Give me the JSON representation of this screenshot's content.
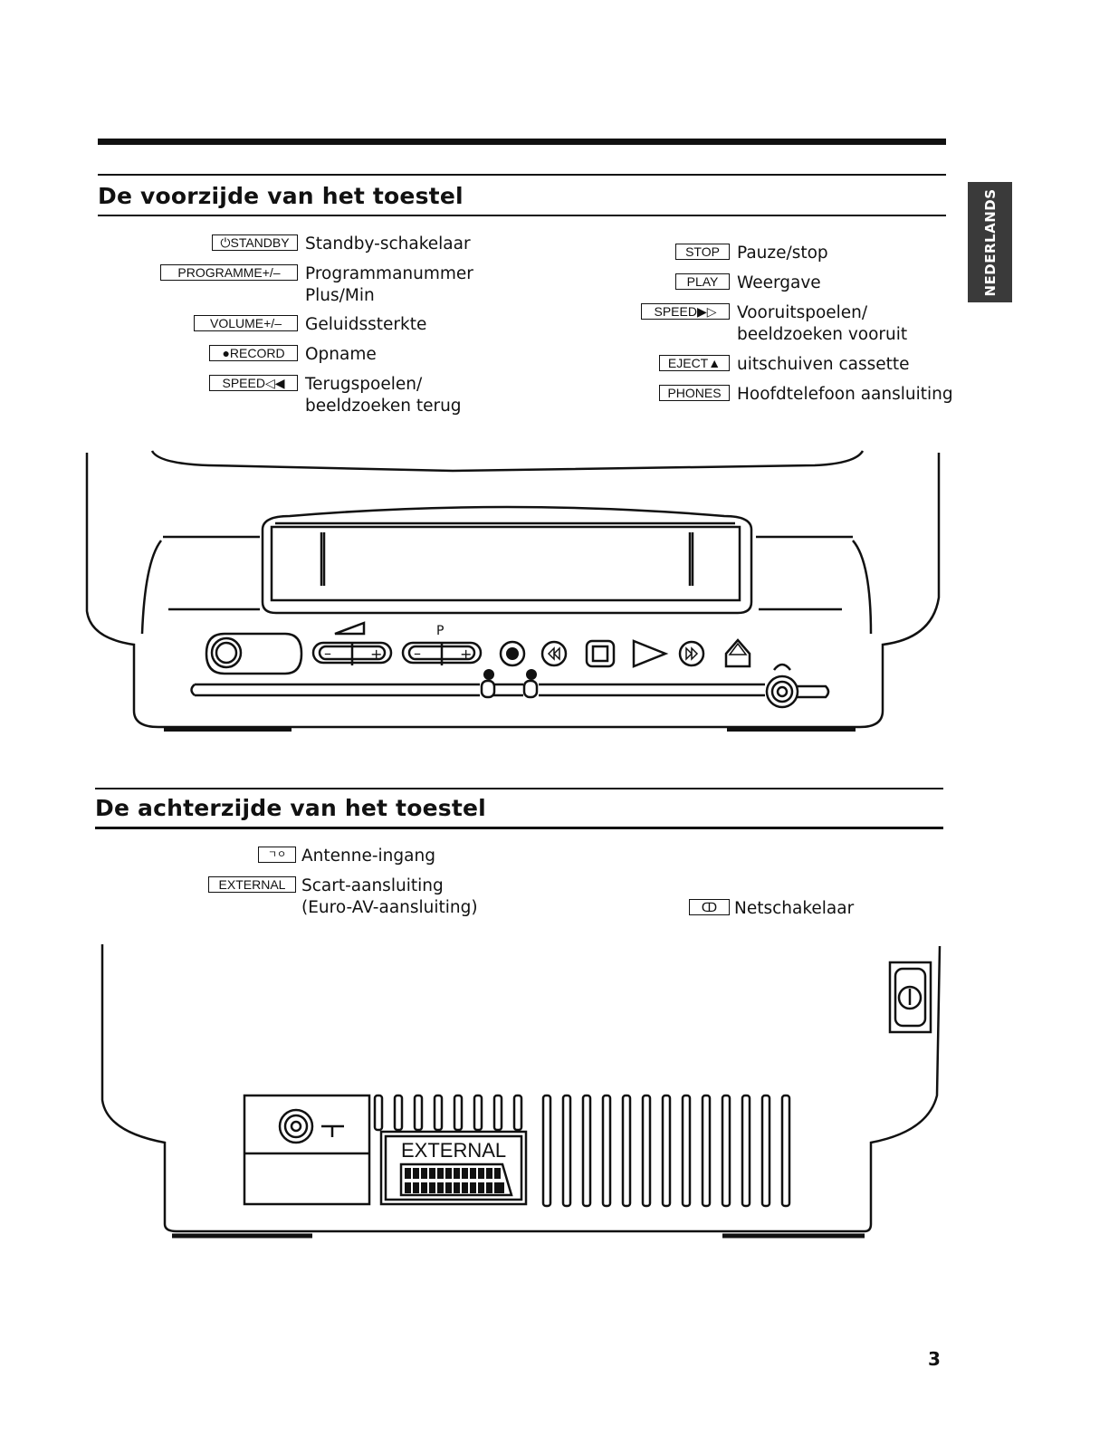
{
  "side_tab": "NEDERLANDS",
  "front": {
    "title": "De voorzijde van het toestel",
    "left_items": [
      {
        "key": "⏻STANDBY",
        "desc": "Standby-schakelaar"
      },
      {
        "key": "PROGRAMME+/–",
        "desc": "Programmanummer\nPlus/Min"
      },
      {
        "key": "VOLUME+/–",
        "desc": "Geluidssterkte"
      },
      {
        "key": "●RECORD",
        "desc": "Opname"
      },
      {
        "key": "SPEED◁◀",
        "desc": "Terugspoelen/\nbeeldzoeken terug"
      }
    ],
    "right_items": [
      {
        "key": "STOP",
        "desc": "Pauze/stop"
      },
      {
        "key": "PLAY",
        "desc": "Weergave"
      },
      {
        "key": "SPEED▶▷",
        "desc": "Vooruitspoelen/\nbeeldzoeken vooruit"
      },
      {
        "key": "EJECT▲",
        "desc": "uitschuiven cassette"
      },
      {
        "key": "PHONES",
        "desc": "Hoofdtelefoon aansluiting"
      }
    ],
    "panel_label_p": "P"
  },
  "rear": {
    "title": "De achterzijde van het toestel",
    "left_items": [
      {
        "key": "ㄱㅇ",
        "desc": "Antenne-ingang"
      },
      {
        "key": "EXTERNAL",
        "desc": "Scart-aansluiting\n(Euro-AV-aansluiting)"
      }
    ],
    "right_items": [
      {
        "key": "ↀ",
        "desc": "Netschakelaar"
      }
    ],
    "connector_label": "EXTERNAL"
  },
  "page_number": "3"
}
